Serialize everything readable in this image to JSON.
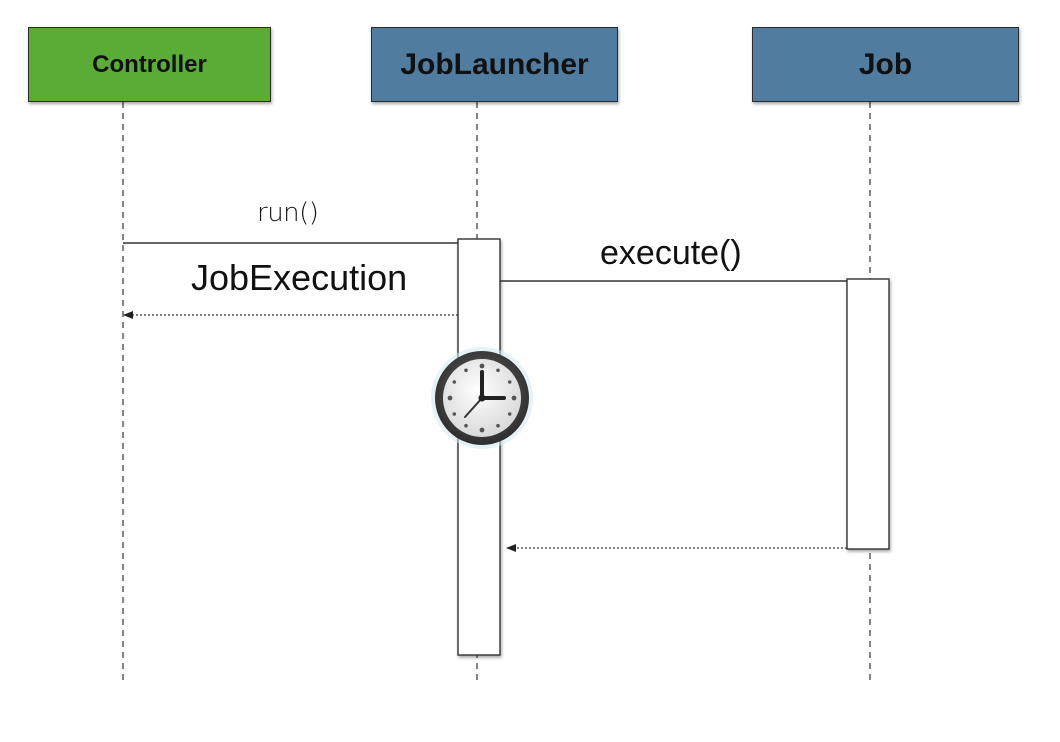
{
  "participants": [
    {
      "label": "Controller",
      "color": "#5aac37"
    },
    {
      "label": "JobLauncher",
      "color": "#4f7c9f"
    },
    {
      "label": "Job",
      "color": "#4f7c9f"
    }
  ],
  "messages": {
    "run": "run()",
    "job_execution": "JobExecution",
    "execute": "execute()"
  },
  "icons": {
    "wait": "clock-icon"
  }
}
